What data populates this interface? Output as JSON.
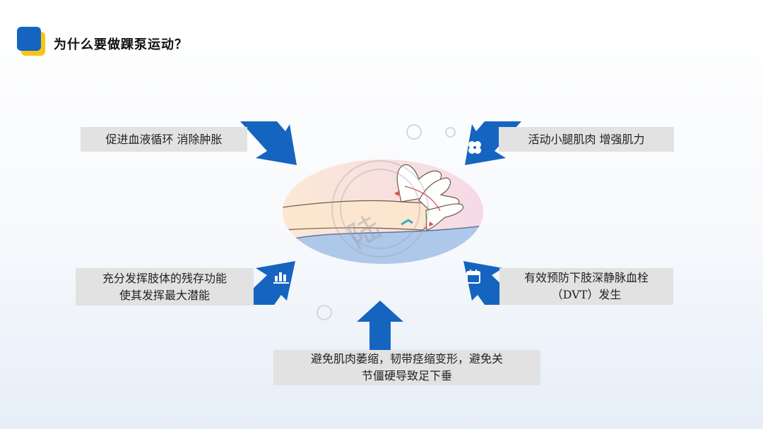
{
  "title": "为什么要做踝泵运动？",
  "benefits": {
    "top_left": "促进血液循环 消除肿胀",
    "top_right": "活动小腿肌肉 增强肌力",
    "mid_left": [
      "充分发挥肢体的残存功能",
      "使其发挥最大潜能"
    ],
    "mid_right": [
      "有效预防下肢深静脉血栓",
      "（DVT）发生"
    ],
    "bottom": [
      "避免肌肉萎缩，韧带痉缩变形，避免关",
      "节僵硬导致足下垂"
    ]
  },
  "watermark_text": "陆"
}
